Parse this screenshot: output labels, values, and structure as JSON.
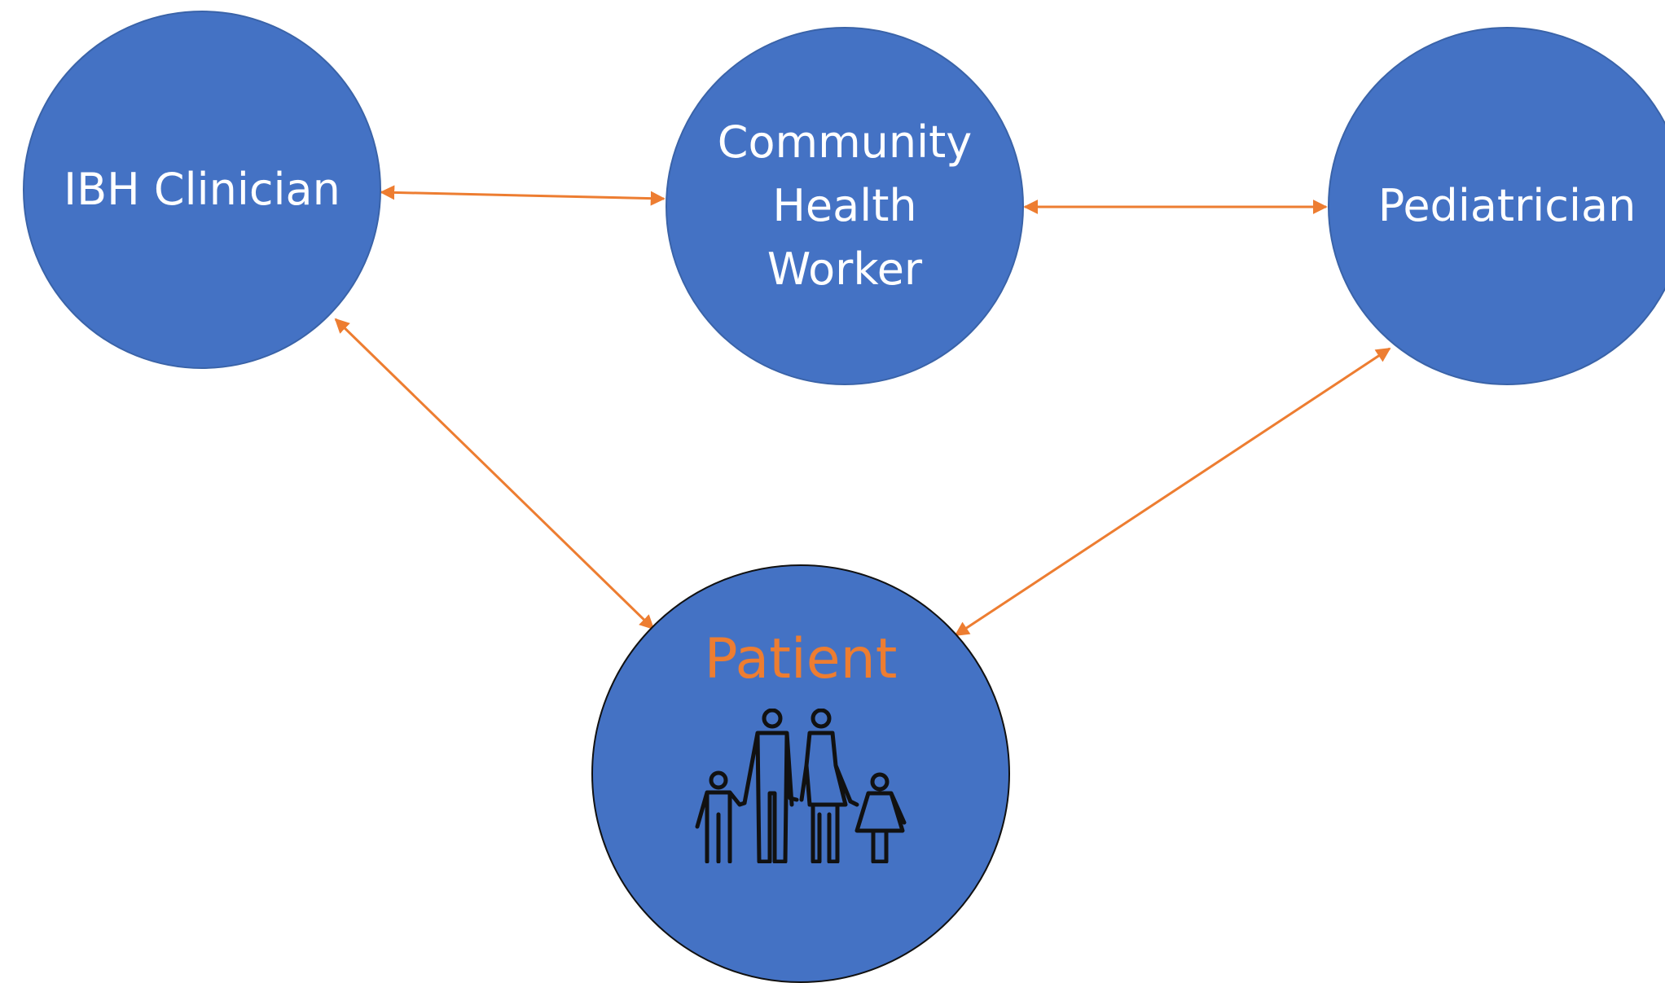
{
  "colors": {
    "node_fill": "#4472C4",
    "arrow": "#ED7D31",
    "node_text": "#FFFFFF",
    "patient_text": "#ED7D31",
    "icon_stroke": "#111111"
  },
  "nodes": {
    "ibh": {
      "label": "IBH Clinician"
    },
    "chw": {
      "lines": [
        "Community",
        "Health",
        "Worker"
      ]
    },
    "ped": {
      "label": "Pediatrician"
    },
    "patient": {
      "label": "Patient",
      "icon": "family-icon"
    }
  },
  "edges": [
    {
      "from": "IBH Clinician",
      "to": "Community Health Worker",
      "direction": "both"
    },
    {
      "from": "Community Health Worker",
      "to": "Pediatrician",
      "direction": "both"
    },
    {
      "from": "IBH Clinician",
      "to": "Patient",
      "direction": "both"
    },
    {
      "from": "Pediatrician",
      "to": "Patient",
      "direction": "both"
    }
  ]
}
